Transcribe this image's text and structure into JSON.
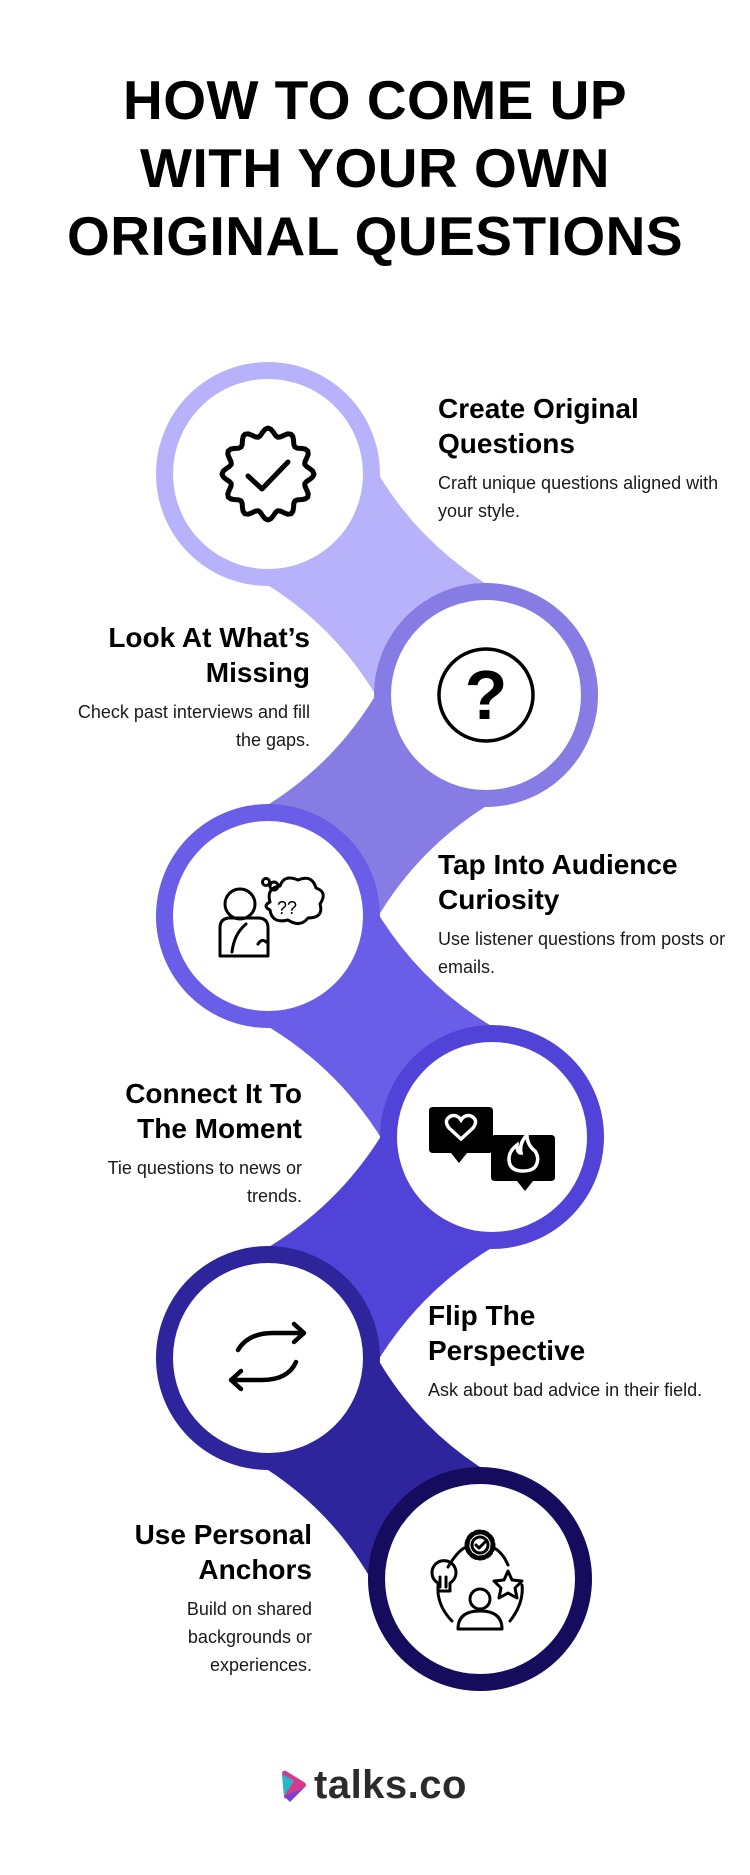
{
  "title": [
    "HOW TO COME UP",
    "WITH YOUR OWN",
    "ORIGINAL QUESTIONS"
  ],
  "steps": [
    {
      "title": "Create Original Questions",
      "desc": "Craft unique questions aligned with your style.",
      "icon": "badge-check-icon",
      "color": "#b8b2fa"
    },
    {
      "title": "Look At What’s Missing",
      "desc": "Check past interviews and fill the gaps.",
      "icon": "question-circle-icon",
      "color": "#877ce3"
    },
    {
      "title": "Tap Into Audience Curiosity",
      "desc": "Use listener questions from posts or emails.",
      "icon": "thinking-person-icon",
      "color": "#6a5de8"
    },
    {
      "title": "Connect It To The Moment",
      "desc": "Tie questions to news or trends.",
      "icon": "chat-heart-fire-icon",
      "color": "#5243d8"
    },
    {
      "title": "Flip The Perspective",
      "desc": "Ask about bad advice in their field.",
      "icon": "repeat-arrows-icon",
      "color": "#2e249c"
    },
    {
      "title": "Use Personal Anchors",
      "desc": "Build on shared backgrounds or experiences.",
      "icon": "person-ideas-icon",
      "color": "#150c5e"
    }
  ],
  "logo": {
    "text": "talks.co"
  }
}
